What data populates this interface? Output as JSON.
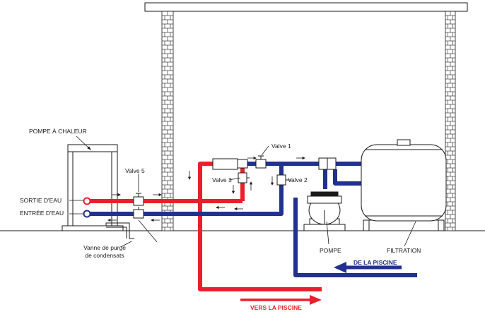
{
  "labels": {
    "heat_pump": "POMPE À CHALEUR",
    "valve_1": "Valve 1",
    "valve_2": "Valve 2",
    "valve_3": "Valve 3",
    "valve_5": "Valve 5",
    "water_out": "SORTIE D'EAU",
    "water_in": "ENTRÉE D'EAU",
    "purge_line1": "Vanne de purge",
    "purge_line2": "de condensats",
    "pump": "POMPE",
    "filtration": "FILTRATION",
    "from_pool": "DE LA PISCINE",
    "to_pool": "VERS LA PISCINE"
  },
  "colors": {
    "hot_water": "#e8202b",
    "cold_water": "#22318d",
    "outline": "#1a1a1a",
    "equipment_fill": "#ffffff"
  }
}
